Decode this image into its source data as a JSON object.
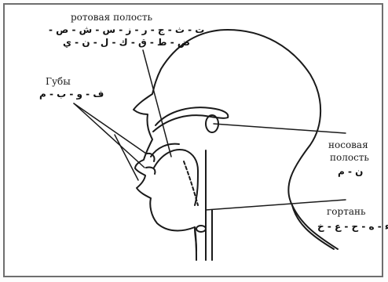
{
  "labels": {
    "oral_cavity": {
      "title": "ротовая полость",
      "letters_line1": "ت - ث - ج - ر - ز - س - ش - ص -",
      "letters_line2": "ض - ط - ق - ك - ل - ن - ي"
    },
    "lips": {
      "title": "Губы",
      "letters": "ف - و - ب - م"
    },
    "nasal_cavity": {
      "title_line1": "носовая",
      "title_line2": "полость",
      "letters": "ن - م"
    },
    "larynx": {
      "title": "гортань",
      "letters": "ء - ه - ح - ع - خ"
    }
  },
  "colors": {
    "ink": "#1a1a1a",
    "frame": "#6e6e6e",
    "background": "#ffffff"
  }
}
